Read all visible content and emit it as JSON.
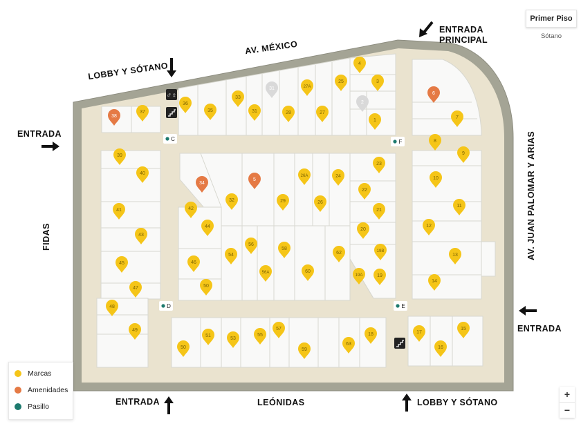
{
  "floor_selector": {
    "primary": "Primer Piso",
    "secondary": "Sótano"
  },
  "streets": {
    "north": "AV. MÉXICO",
    "south": "LEÓNIDAS",
    "west": "FIDAS",
    "east": "AV. JUAN PALOMAR Y ARIAS"
  },
  "entrances": {
    "main": [
      "ENTRADA",
      "PRINCIPAL"
    ],
    "lobby_north": "LOBBY Y SÓTANO",
    "west": "ENTRADA",
    "east": "ENTRADA",
    "south": "ENTRADA",
    "lobby_south": "LOBBY Y SÓTANO"
  },
  "legend": [
    {
      "label": "Marcas",
      "color": "#f5c518"
    },
    {
      "label": "Amenidades",
      "color": "#e57a45"
    },
    {
      "label": "Pasillo",
      "color": "#1d7a6e"
    }
  ],
  "zoom": {
    "in": "+",
    "out": "−"
  },
  "colors": {
    "brand": "#f5c518",
    "amenity": "#e57a45",
    "disabled": "#d9d9d9",
    "hall": "#1d7a6e",
    "corridor": "#eae3cf",
    "wall": "#9c9c8e"
  },
  "pins": [
    {
      "label": "4",
      "kind": "brand"
    },
    {
      "label": "3",
      "kind": "brand"
    },
    {
      "label": "25",
      "kind": "brand"
    },
    {
      "label": "27A",
      "kind": "brand"
    },
    {
      "label": "31",
      "kind": "disabled"
    },
    {
      "label": "2",
      "kind": "disabled"
    },
    {
      "label": "1",
      "kind": "brand"
    },
    {
      "label": "33",
      "kind": "brand"
    },
    {
      "label": "31",
      "kind": "brand"
    },
    {
      "label": "28",
      "kind": "brand"
    },
    {
      "label": "27",
      "kind": "brand"
    },
    {
      "label": "35",
      "kind": "brand"
    },
    {
      "label": "36",
      "kind": "brand"
    },
    {
      "label": "37",
      "kind": "brand"
    },
    {
      "label": "38",
      "kind": "amenity"
    },
    {
      "label": "6",
      "kind": "amenity"
    },
    {
      "label": "7",
      "kind": "brand"
    },
    {
      "label": "8",
      "kind": "brand"
    },
    {
      "label": "9",
      "kind": "brand"
    },
    {
      "label": "10",
      "kind": "brand"
    },
    {
      "label": "11",
      "kind": "brand"
    },
    {
      "label": "12",
      "kind": "brand"
    },
    {
      "label": "13",
      "kind": "brand"
    },
    {
      "label": "14",
      "kind": "brand"
    },
    {
      "label": "39",
      "kind": "brand"
    },
    {
      "label": "40",
      "kind": "brand"
    },
    {
      "label": "41",
      "kind": "brand"
    },
    {
      "label": "43",
      "kind": "brand"
    },
    {
      "label": "45",
      "kind": "brand"
    },
    {
      "label": "47",
      "kind": "brand"
    },
    {
      "label": "48",
      "kind": "brand"
    },
    {
      "label": "49",
      "kind": "brand"
    },
    {
      "label": "34",
      "kind": "amenity"
    },
    {
      "label": "5",
      "kind": "amenity"
    },
    {
      "label": "42",
      "kind": "brand"
    },
    {
      "label": "32",
      "kind": "brand"
    },
    {
      "label": "44",
      "kind": "brand"
    },
    {
      "label": "46",
      "kind": "brand"
    },
    {
      "label": "50",
      "kind": "brand"
    },
    {
      "label": "26A",
      "kind": "brand"
    },
    {
      "label": "24",
      "kind": "brand"
    },
    {
      "label": "23",
      "kind": "brand"
    },
    {
      "label": "29",
      "kind": "brand"
    },
    {
      "label": "26",
      "kind": "brand"
    },
    {
      "label": "22",
      "kind": "brand"
    },
    {
      "label": "21",
      "kind": "brand"
    },
    {
      "label": "20",
      "kind": "brand"
    },
    {
      "label": "54",
      "kind": "brand"
    },
    {
      "label": "56",
      "kind": "brand"
    },
    {
      "label": "58",
      "kind": "brand"
    },
    {
      "label": "56A",
      "kind": "brand"
    },
    {
      "label": "60",
      "kind": "brand"
    },
    {
      "label": "62",
      "kind": "brand"
    },
    {
      "label": "19B",
      "kind": "brand"
    },
    {
      "label": "19A",
      "kind": "brand"
    },
    {
      "label": "19",
      "kind": "brand"
    },
    {
      "label": "50",
      "kind": "brand"
    },
    {
      "label": "51",
      "kind": "brand"
    },
    {
      "label": "53",
      "kind": "brand"
    },
    {
      "label": "55",
      "kind": "brand"
    },
    {
      "label": "57",
      "kind": "brand"
    },
    {
      "label": "59",
      "kind": "brand"
    },
    {
      "label": "63",
      "kind": "brand"
    },
    {
      "label": "18",
      "kind": "brand"
    },
    {
      "label": "17",
      "kind": "brand"
    },
    {
      "label": "16",
      "kind": "brand"
    },
    {
      "label": "15",
      "kind": "brand"
    }
  ],
  "halls": [
    "C",
    "F",
    "D",
    "E"
  ]
}
